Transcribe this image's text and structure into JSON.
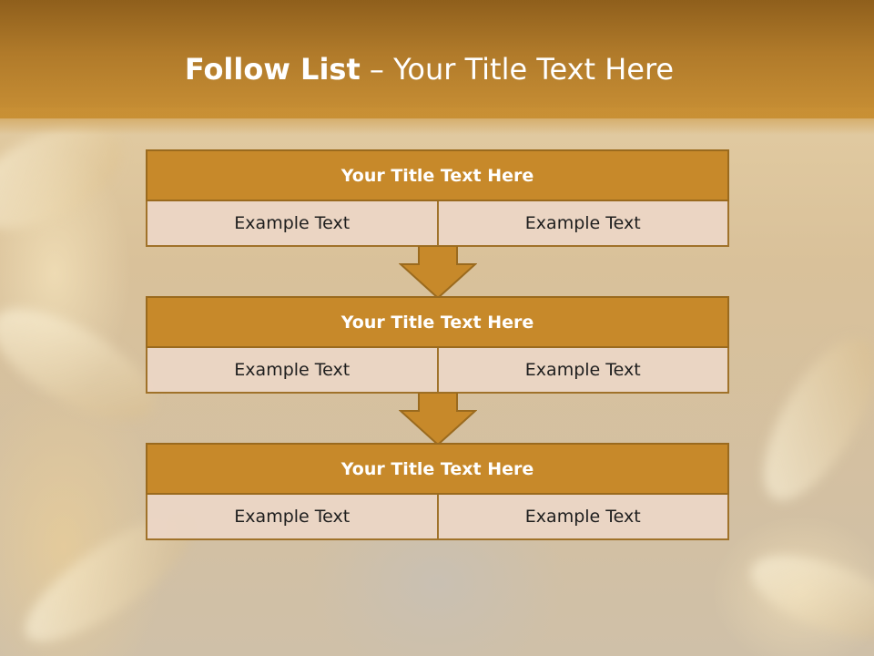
{
  "title": {
    "bold": "Follow List",
    "rest": " – Your Title Text Here"
  },
  "blocks": [
    {
      "title": "Your Title Text Here",
      "left": "Example Text",
      "right": "Example Text"
    },
    {
      "title": "Your Title Text Here",
      "left": "Example Text",
      "right": "Example Text"
    },
    {
      "title": "Your Title Text Here",
      "left": "Example Text",
      "right": "Example Text"
    }
  ],
  "colors": {
    "header": "#b07a2a",
    "block_title": "#c7892a",
    "cell": "#ecd6c6",
    "arrow": "#c7892a"
  }
}
